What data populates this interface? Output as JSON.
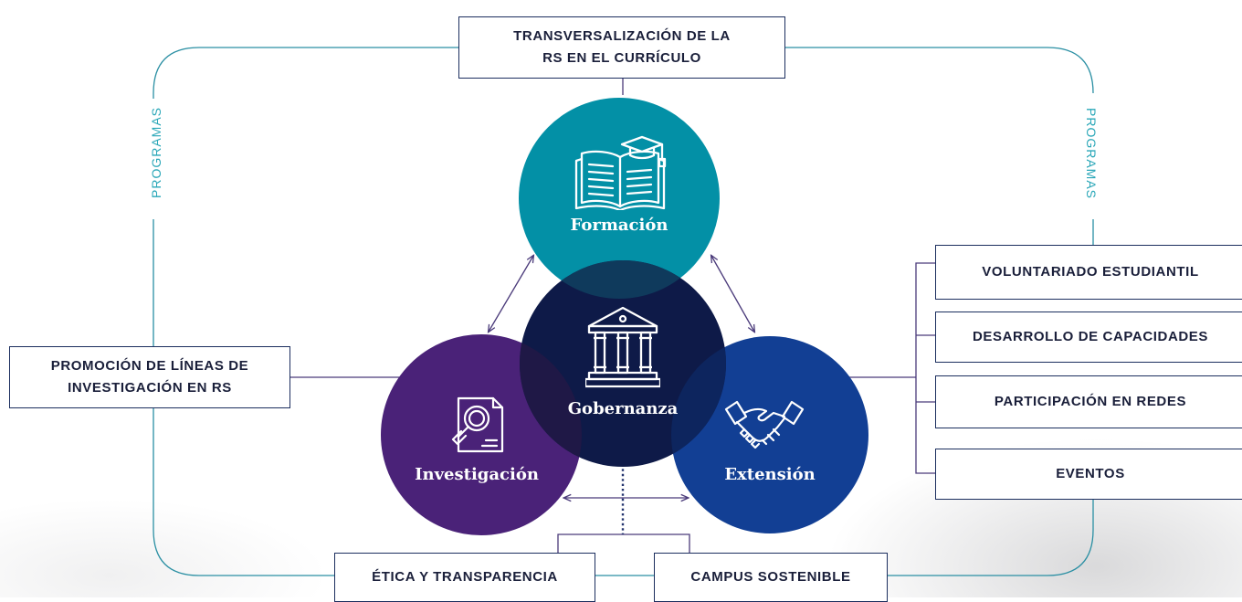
{
  "top_box": {
    "line1": "TRANSVERSALIZACIÓN DE LA",
    "line2": "RS EN EL CURRÍCULO"
  },
  "left_box": {
    "line1": "PROMOCIÓN DE LÍNEAS DE",
    "line2": "INVESTIGACIÓN EN RS"
  },
  "side_labels": {
    "left": "PROGRAMAS",
    "right": "PROGRAMAS"
  },
  "circles": {
    "formacion": "Formación",
    "investigacion": "Investigación",
    "extension": "Extensión",
    "gobernanza": "Gobernanza"
  },
  "right_programs": [
    "VOLUNTARIADO ESTUDIANTIL",
    "DESARROLLO DE CAPACIDADES",
    "PARTICIPACIÓN EN REDES",
    "EVENTOS"
  ],
  "bottom_boxes": {
    "etica": "ÉTICA Y TRANSPARENCIA",
    "campus": "CAMPUS SOSTENIBLE"
  },
  "icons": {
    "formacion": "book-graduation-cap-icon",
    "gobernanza": "institution-building-icon",
    "investigacion": "document-magnifier-icon",
    "extension": "handshake-icon"
  },
  "colors": {
    "formacion": "#0390a6",
    "investigacion": "#4a2278",
    "extension": "#123f94",
    "gobernanza": "#0e1a48",
    "frame": "#2a8fa3",
    "connector": "#4a3a7a",
    "box_border": "#1b2e5e"
  }
}
